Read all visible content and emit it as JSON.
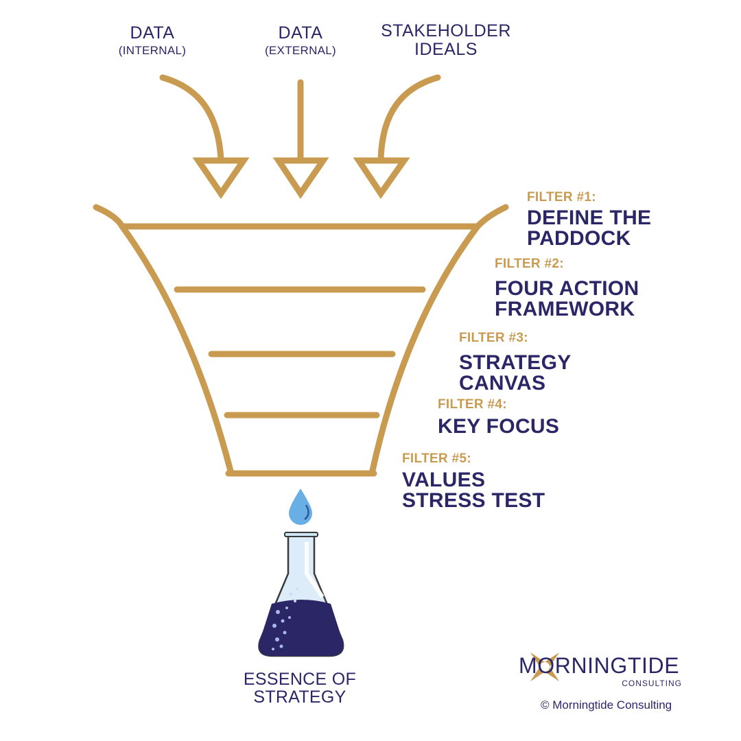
{
  "inputs": [
    {
      "label": "DATA",
      "sublabel": "(INTERNAL)"
    },
    {
      "label": "DATA",
      "sublabel": "(EXTERNAL)"
    },
    {
      "label": "STAKEHOLDER",
      "sublabel": "IDEALS"
    }
  ],
  "filters": [
    {
      "number": "FILTER #1:",
      "name_line1": "DEFINE THE",
      "name_line2": "PADDOCK"
    },
    {
      "number": "FILTER #2:",
      "name_line1": "FOUR ACTION",
      "name_line2": "FRAMEWORK"
    },
    {
      "number": "FILTER #3:",
      "name_line1": "STRATEGY",
      "name_line2": "CANVAS"
    },
    {
      "number": "FILTER #4:",
      "name_line1": "KEY FOCUS",
      "name_line2": ""
    },
    {
      "number": "FILTER #5:",
      "name_line1": "VALUES",
      "name_line2": "STRESS TEST"
    }
  ],
  "output": {
    "line1": "ESSENCE OF",
    "line2": "STRATEGY"
  },
  "brand": {
    "wordmark": "MORNINGTIDE",
    "subtitle": "CONSULTING",
    "copyright": "© Morningtide Consulting"
  },
  "colors": {
    "gold": "#c99b50",
    "navy": "#2b2767",
    "drop": "#6aaee6",
    "liquid": "#2b2767",
    "glass": "#cfe6f7"
  },
  "icons": [
    "curved-arrow-icon",
    "straight-arrow-icon",
    "funnel-icon",
    "water-drop-icon",
    "flask-icon",
    "compass-star-icon"
  ]
}
